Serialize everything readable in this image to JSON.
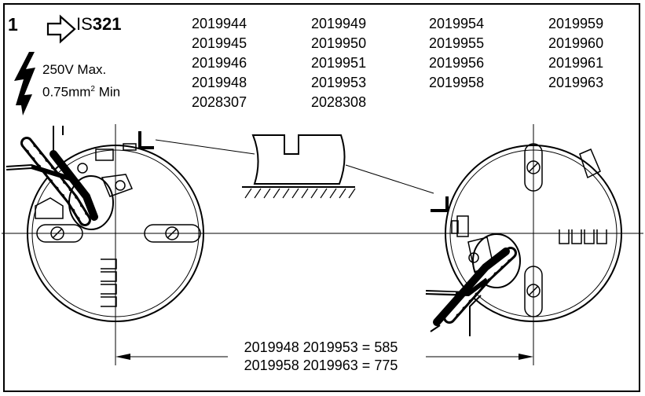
{
  "header": {
    "step_number": "1",
    "arrow_icon": "outline-right-arrow-icon",
    "model_prefix": "IS",
    "model_number": "321"
  },
  "rating": {
    "icon": "lightning-bolt-icon",
    "voltage": "250V Max.",
    "wire_prefix": "0.75mm",
    "wire_sup": "2",
    "wire_suffix": " Min"
  },
  "part_codes": [
    [
      "2019944",
      "2019945",
      "2019946",
      "2019948",
      "2028307"
    ],
    [
      "2019949",
      "2019950",
      "2019951",
      "2019953",
      "2028308"
    ],
    [
      "2019954",
      "2019955",
      "2019956",
      "2019958"
    ],
    [
      "2019959",
      "2019960",
      "2019961",
      "2019963"
    ]
  ],
  "dimensions": [
    {
      "codes": "2019948 2019953",
      "eq": "=",
      "value": "585"
    },
    {
      "codes": "2019958 2019963",
      "eq": "=",
      "value": "775"
    }
  ],
  "colors": {
    "ink": "#000000",
    "background": "#ffffff"
  }
}
